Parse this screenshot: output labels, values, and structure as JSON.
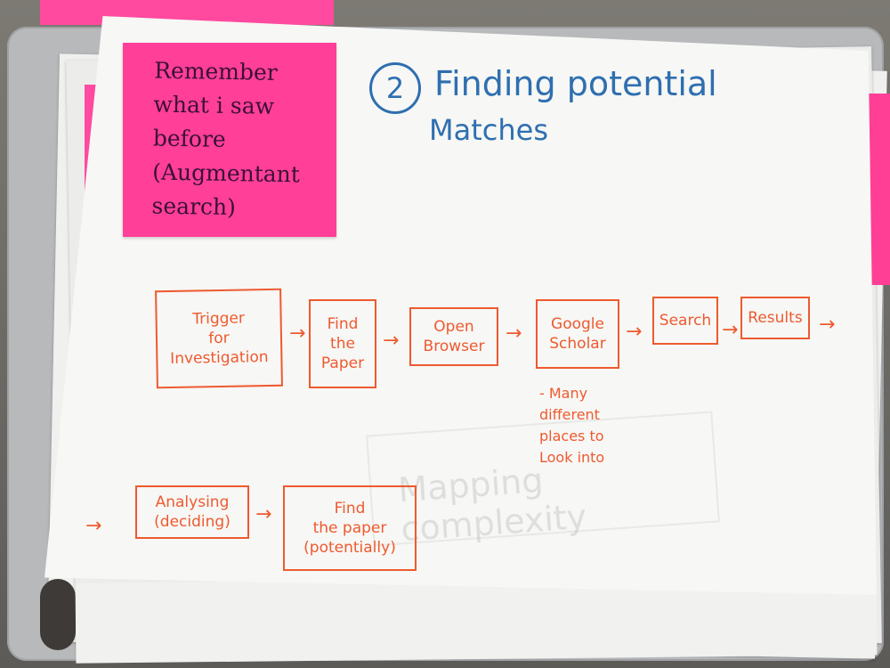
{
  "sticky_note": {
    "text": "Remember\nwhat i saw\nbefore\n(Augmentant\nsearch)"
  },
  "title": {
    "number": "2",
    "line1": "Finding potential",
    "line2": "Matches"
  },
  "flow_row1": [
    {
      "label": "Trigger\nfor\nInvestigation"
    },
    {
      "label": "Find\nthe\nPaper"
    },
    {
      "label": "Open\nBrowser"
    },
    {
      "label": "Google\nScholar"
    },
    {
      "label": "Search"
    },
    {
      "label": "Results"
    }
  ],
  "note_under_scholar": "- Many\ndifferent\nplaces to\nLook into",
  "flow_row2": [
    {
      "label": "Analysing\n(deciding)"
    },
    {
      "label": "Find\nthe paper\n(potentially)"
    }
  ],
  "arrow_glyph": "→",
  "faint_text": "Mapping complexity",
  "colors": {
    "sticky": "#ff3f98",
    "title_ink": "#2e6fb0",
    "flow_ink": "#ee5a2f",
    "paper": "#f7f7f5"
  }
}
